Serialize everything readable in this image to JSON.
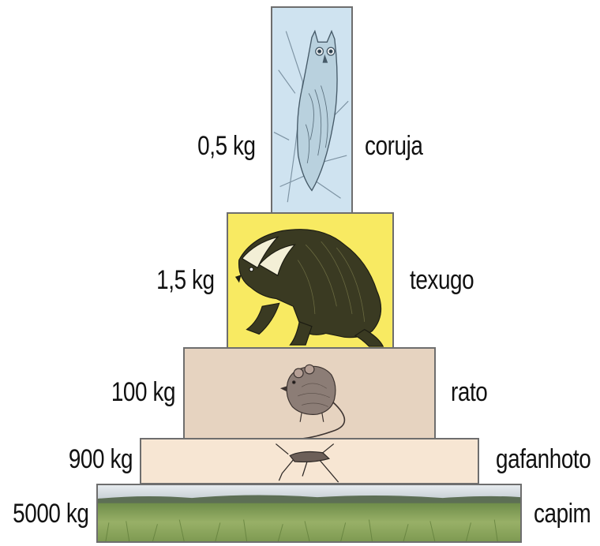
{
  "pyramid": {
    "levels": [
      {
        "mass": "0,5 kg",
        "organism": "coruja",
        "icon": "owl-icon",
        "color": "#cfe3f0"
      },
      {
        "mass": "1,5 kg",
        "organism": "texugo",
        "icon": "badger-icon",
        "color": "#f8ea62"
      },
      {
        "mass": "100 kg",
        "organism": "rato",
        "icon": "rat-icon",
        "color": "#e6d3c0"
      },
      {
        "mass": "900 kg",
        "organism": "gafanhoto",
        "icon": "grasshopper-icon",
        "color": "#f7e6d3"
      },
      {
        "mass": "5000 kg",
        "organism": "capim",
        "icon": "grass-icon",
        "color": "#8fa864"
      }
    ]
  }
}
